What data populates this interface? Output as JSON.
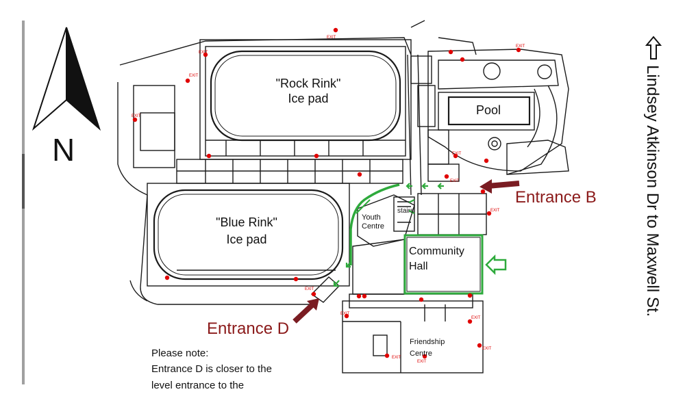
{
  "compass": {
    "letter": "N"
  },
  "rooms": {
    "rock_rink": [
      "\"Rock Rink\"",
      "Ice pad"
    ],
    "blue_rink": [
      "\"Blue Rink\"",
      "Ice pad"
    ],
    "pool": "Pool",
    "youth_centre": [
      "Youth",
      "Centre"
    ],
    "stairs": "stairs",
    "community_hall": [
      "Community",
      "Hall"
    ],
    "friendship_centre": [
      "Friendship",
      "Centre"
    ]
  },
  "entrances": {
    "b": "Entrance B",
    "d": "Entrance D"
  },
  "street_label": "Lindsey Atkinson Dr to Maxwell St.",
  "note_lines": [
    "Please note:",
    "Entrance D is closer to the",
    "level entrance to the"
  ],
  "exit_label": "EXIT",
  "colors": {
    "route": "#2eaa3c",
    "entrance_arrow": "#7a1c22",
    "exit_marker": "#e00000",
    "walls": "#1a1a1a"
  },
  "icons": [
    "north-arrow-icon",
    "street-direction-arrow-icon",
    "entrance-arrow-icon",
    "route-arrow-icon",
    "exit-marker-icon"
  ]
}
